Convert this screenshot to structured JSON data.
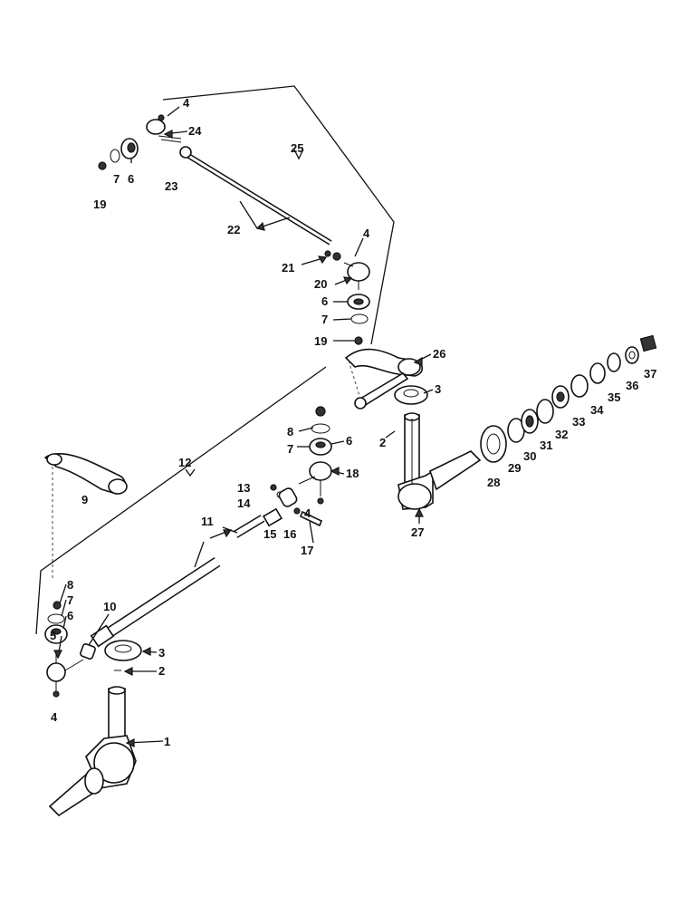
{
  "diagram": {
    "callouts": [
      {
        "id": "c1",
        "label": "1"
      },
      {
        "id": "c2a",
        "label": "2"
      },
      {
        "id": "c2b",
        "label": "2"
      },
      {
        "id": "c3a",
        "label": "3"
      },
      {
        "id": "c3b",
        "label": "3"
      },
      {
        "id": "c4a",
        "label": "4"
      },
      {
        "id": "c4b",
        "label": "4"
      },
      {
        "id": "c4c",
        "label": "4"
      },
      {
        "id": "c4d",
        "label": "4"
      },
      {
        "id": "c5",
        "label": "5"
      },
      {
        "id": "c6a",
        "label": "6"
      },
      {
        "id": "c6b",
        "label": "6"
      },
      {
        "id": "c6c",
        "label": "6"
      },
      {
        "id": "c6d",
        "label": "6"
      },
      {
        "id": "c7a",
        "label": "7"
      },
      {
        "id": "c7b",
        "label": "7"
      },
      {
        "id": "c7c",
        "label": "7"
      },
      {
        "id": "c7d",
        "label": "7"
      },
      {
        "id": "c8a",
        "label": "8"
      },
      {
        "id": "c8b",
        "label": "8"
      },
      {
        "id": "c9",
        "label": "9"
      },
      {
        "id": "c10",
        "label": "10"
      },
      {
        "id": "c11",
        "label": "11"
      },
      {
        "id": "c12",
        "label": "12"
      },
      {
        "id": "c13",
        "label": "13"
      },
      {
        "id": "c14",
        "label": "14"
      },
      {
        "id": "c15",
        "label": "15"
      },
      {
        "id": "c16",
        "label": "16"
      },
      {
        "id": "c17",
        "label": "17"
      },
      {
        "id": "c18",
        "label": "18"
      },
      {
        "id": "c19a",
        "label": "19"
      },
      {
        "id": "c19b",
        "label": "19"
      },
      {
        "id": "c20",
        "label": "20"
      },
      {
        "id": "c21",
        "label": "21"
      },
      {
        "id": "c22",
        "label": "22"
      },
      {
        "id": "c23",
        "label": "23"
      },
      {
        "id": "c24",
        "label": "24"
      },
      {
        "id": "c25",
        "label": "25"
      },
      {
        "id": "c26",
        "label": "26"
      },
      {
        "id": "c27",
        "label": "27"
      },
      {
        "id": "c28",
        "label": "28"
      },
      {
        "id": "c29",
        "label": "29"
      },
      {
        "id": "c30",
        "label": "30"
      },
      {
        "id": "c31",
        "label": "31"
      },
      {
        "id": "c32",
        "label": "32"
      },
      {
        "id": "c33",
        "label": "33"
      },
      {
        "id": "c34",
        "label": "34"
      },
      {
        "id": "c35",
        "label": "35"
      },
      {
        "id": "c36",
        "label": "36"
      },
      {
        "id": "c37",
        "label": "37"
      }
    ]
  }
}
